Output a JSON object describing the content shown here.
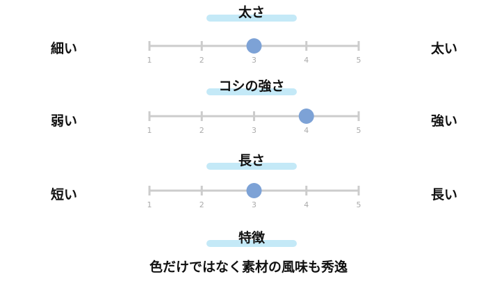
{
  "scale_labels": [
    "1",
    "2",
    "3",
    "4",
    "5"
  ],
  "colors": {
    "highlight": "#c4e9f7",
    "track": "#cccccc",
    "tick_label": "#aaaaaa",
    "marker": "#7da2d6",
    "text": "#111111"
  },
  "rows": [
    {
      "title": "太さ",
      "left_label": "細い",
      "right_label": "太い",
      "value": 3
    },
    {
      "title": "コシの強さ",
      "left_label": "弱い",
      "right_label": "強い",
      "value": 4
    },
    {
      "title": "長さ",
      "left_label": "短い",
      "right_label": "長い",
      "value": 3
    }
  ],
  "feature": {
    "title": "特徴",
    "text": "色だけではなく素材の風味も秀逸"
  }
}
